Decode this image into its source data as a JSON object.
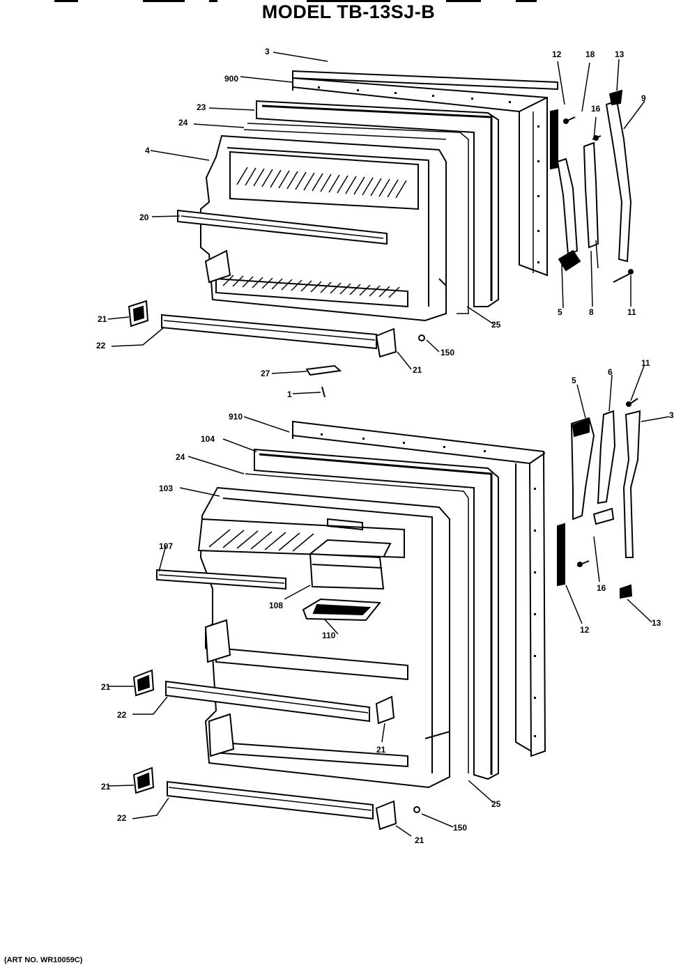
{
  "header": {
    "title": "MODEL TB-13SJ-B"
  },
  "footer": {
    "art_no": "(ART NO. WR10059C)"
  },
  "upper_labels": {
    "l3": "3",
    "l900": "900",
    "l12": "12",
    "l18": "18",
    "l13": "13",
    "l9": "9",
    "l23": "23",
    "l24": "24",
    "l16": "16",
    "l4": "4",
    "l20": "20",
    "l5": "5",
    "l8": "8",
    "l11": "11",
    "l21a": "21",
    "l25": "25",
    "l22": "22",
    "l150": "150",
    "l21b": "21",
    "l27": "27",
    "l1": "1"
  },
  "lower_labels": {
    "l5": "5",
    "l6": "6",
    "l11": "11",
    "l3": "3",
    "l910": "910",
    "l104": "104",
    "l24": "24",
    "l103": "103",
    "l107": "107",
    "l108": "108",
    "l16": "16",
    "l12": "12",
    "l13": "13",
    "l110": "110",
    "l21a": "21",
    "l22a": "22",
    "l21b": "21",
    "l21c": "21",
    "l22b": "22",
    "l25": "25",
    "l150": "150",
    "l21d": "21"
  }
}
